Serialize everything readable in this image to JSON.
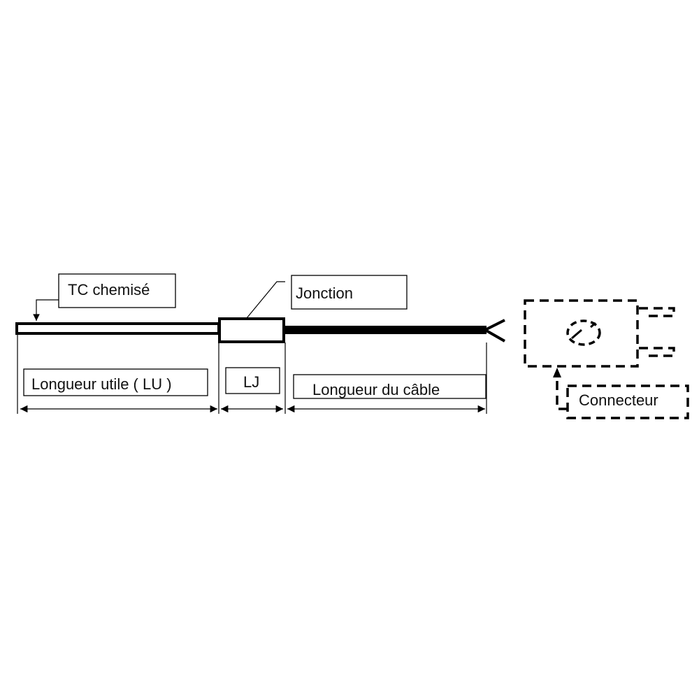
{
  "labels": {
    "sheathed_tc": "TC chemisé",
    "junction": "Jonction",
    "useful_length": "Longueur utile ( LU )",
    "junction_length": "LJ",
    "cable_length": "Longueur du câble",
    "connector": "Connecteur"
  },
  "colors": {
    "stroke": "#000000",
    "background": "#ffffff"
  }
}
